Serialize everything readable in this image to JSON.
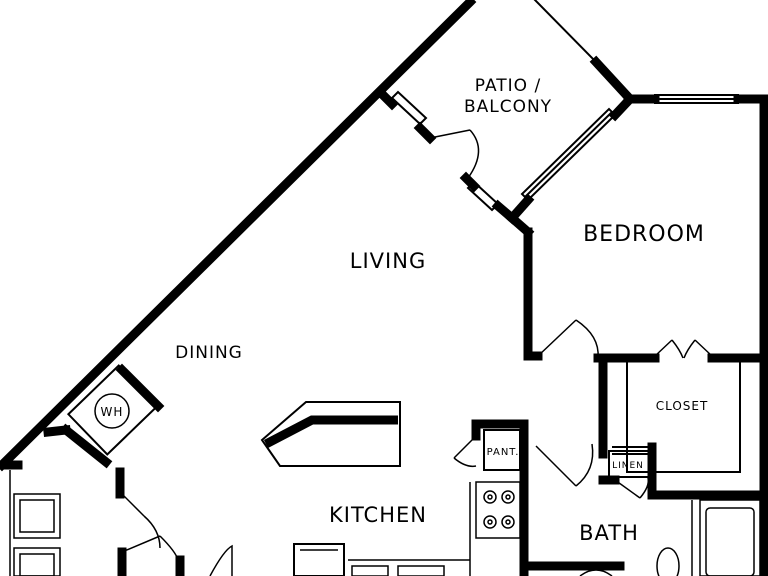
{
  "rooms": {
    "patio_line1": "PATIO /",
    "patio_line2": "BALCONY",
    "bedroom": "BEDROOM",
    "living": "LIVING",
    "dining": "DINING",
    "closet": "CLOSET",
    "pantry": "PANT.",
    "linen": "LINEN",
    "kitchen": "KITCHEN",
    "bath": "BATH",
    "water_heater": "WH"
  },
  "colors": {
    "wall": "#000000",
    "background": "#ffffff"
  }
}
